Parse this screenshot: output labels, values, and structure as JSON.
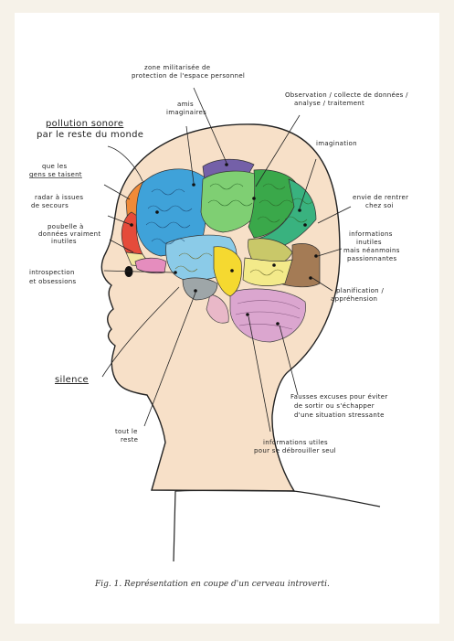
{
  "caption": "Fig. 1.  Représentation en coupe d'un cerveau introverti.",
  "labels": {
    "zone_militarisee": [
      "zone militarisée de",
      "protection de l'espace personnel"
    ],
    "amis_imaginaires": [
      "amis",
      "imaginaires"
    ],
    "observation": [
      "Observation / collecte de données /",
      "analyse / traitement"
    ],
    "pollution_sonore": [
      "pollution sonore",
      "par le reste du monde"
    ],
    "imagination": [
      "imagination"
    ],
    "que_les_gens": [
      "que les",
      "gens se taisent"
    ],
    "radar": [
      "radar à issues",
      "de secours"
    ],
    "envie": [
      "envie de rentrer",
      "chez soi"
    ],
    "poubelle": [
      "poubelle à",
      "données vraiment",
      "inutiles"
    ],
    "informations_inutiles": [
      "informations",
      "inutiles",
      "mais néanmoins",
      "passionnantes"
    ],
    "introspection": [
      "introspection",
      "et obsessions"
    ],
    "planification": [
      "planification /",
      "appréhension"
    ],
    "silence": [
      "silence"
    ],
    "fausses_excuses": [
      "Fausses excuses pour éviter",
      "de sortir ou s'échapper",
      "d'une situation stressante"
    ],
    "tout_le_reste": [
      "tout le",
      "reste"
    ],
    "informations_utiles": [
      "informations utiles",
      "pour se débrouiller seul"
    ]
  },
  "colors": {
    "skin": "#f7e0c8",
    "dark_green": "#3aa84a",
    "light_green": "#7fcf73",
    "teal": "#39b27f",
    "blue": "#3fa2d9",
    "light_blue": "#8bcbe8",
    "yellow": "#f5d930",
    "pale_yellow": "#f3ea8a",
    "olive": "#c9c869",
    "brown": "#a47b55",
    "purple": "#7460a8",
    "orange": "#f08a38",
    "red": "#e54b3a",
    "pink": "#e58dbe",
    "grey": "#9ea6a8",
    "cerebellum": "#dba6cf"
  }
}
